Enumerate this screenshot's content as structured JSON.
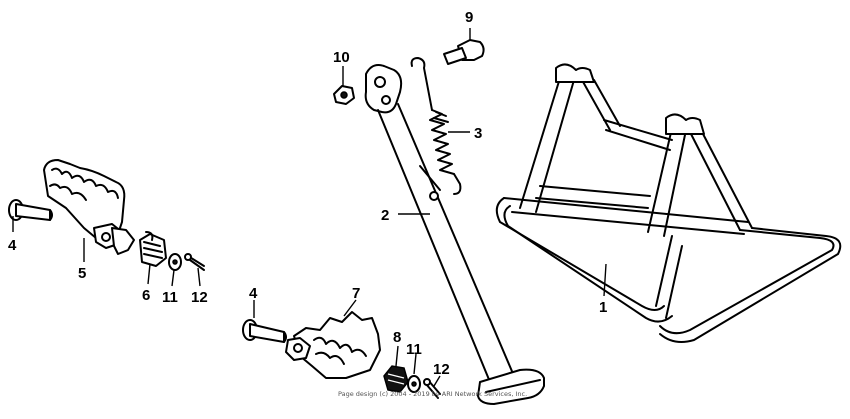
{
  "callouts": {
    "c1": "1",
    "c2": "2",
    "c3": "3",
    "c4_upper": "4",
    "c4_lower": "4",
    "c5": "5",
    "c6": "6",
    "c7": "7",
    "c8": "8",
    "c9": "9",
    "c10": "10",
    "c11_left": "11",
    "c11_right": "11",
    "c12_left": "12",
    "c12_right": "12"
  },
  "footer_text": "Page design (c) 2004 - 2019 by ARI Network Services, Inc."
}
